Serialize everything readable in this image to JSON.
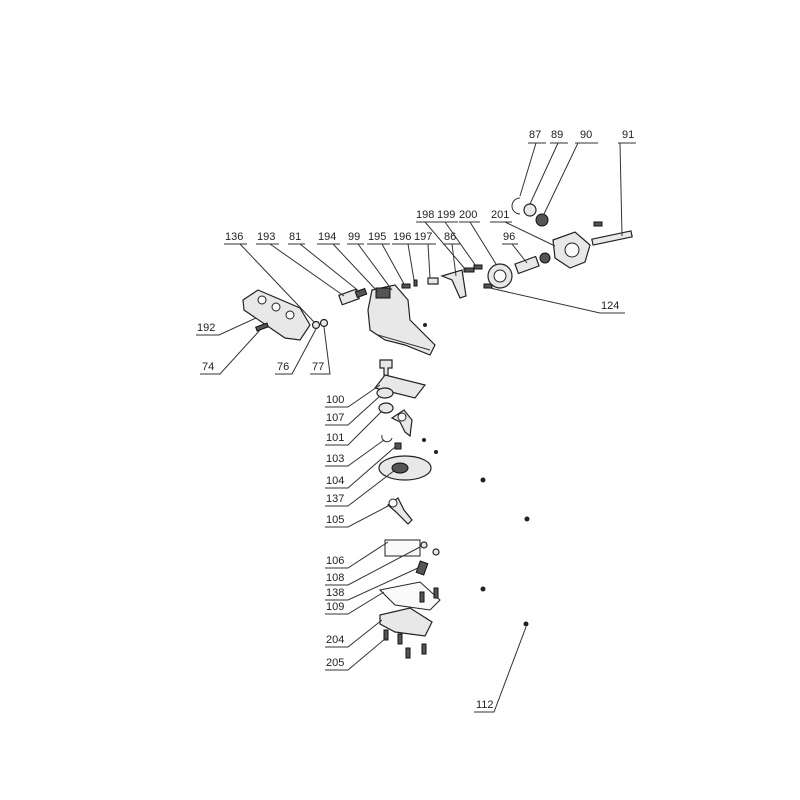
{
  "callouts": {
    "c87": "87",
    "c89": "89",
    "c90": "90",
    "c91": "91",
    "c198": "198",
    "c199": "199",
    "c200": "200",
    "c201": "201",
    "c96": "96",
    "c136": "136",
    "c193": "193",
    "c81": "81",
    "c194": "194",
    "c99": "99",
    "c195": "195",
    "c196": "196",
    "c197": "197",
    "c86": "86",
    "c124": "124",
    "c192": "192",
    "c74": "74",
    "c76": "76",
    "c77": "77",
    "c100": "100",
    "c107": "107",
    "c101": "101",
    "c103": "103",
    "c104": "104",
    "c137": "137",
    "c105": "105",
    "c106": "106",
    "c108": "108",
    "c138": "138",
    "c109": "109",
    "c204": "204",
    "c205": "205",
    "c112": "112"
  }
}
